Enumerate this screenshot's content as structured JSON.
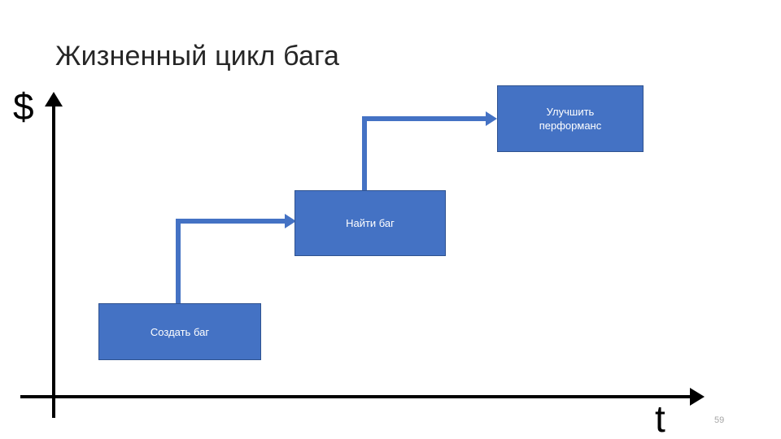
{
  "slide": {
    "title": "Жизненный цикл бага",
    "page_number": "59",
    "background_color": "#FFFFFF"
  },
  "chart": {
    "type": "step-diagram",
    "axes": {
      "y_label": "$",
      "x_label": "t",
      "axis_color": "#000000",
      "y_arrow_icon": "arrow-up-icon",
      "x_arrow_icon": "arrow-right-icon"
    },
    "accent_color": "#4472C4",
    "box_border_color": "#2F528F",
    "box_text_color": "#FFFFFF",
    "steps": [
      {
        "id": "create-bug",
        "label": "Создать баг",
        "step_index": "1"
      },
      {
        "id": "find-bug",
        "label": "Найти баг",
        "step_index": "2"
      },
      {
        "id": "improve-performance",
        "label": "Улучшить\nперформанс",
        "step_index": "3"
      }
    ],
    "connectors": [
      {
        "id": "create-bug-to-find-bug",
        "from": "create-bug",
        "to": "find-bug",
        "arrowhead_icon": "arrow-right-icon"
      },
      {
        "id": "find-bug-to-improve-performance",
        "from": "find-bug",
        "to": "improve-performance",
        "arrowhead_icon": "arrow-right-icon"
      }
    ]
  }
}
